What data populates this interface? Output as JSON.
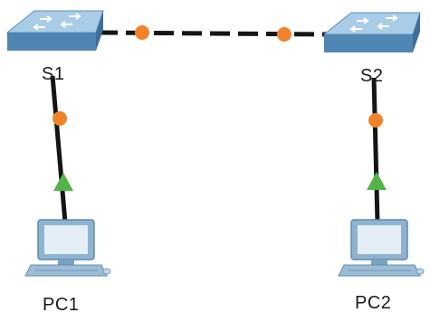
{
  "devices": [
    {
      "id": "S1",
      "label": "S1",
      "type": "switch"
    },
    {
      "id": "S2",
      "label": "S2",
      "type": "switch"
    },
    {
      "id": "PC1",
      "label": "PC1",
      "type": "pc"
    },
    {
      "id": "PC2",
      "label": "PC2",
      "type": "pc"
    }
  ],
  "links": [
    {
      "from": "S1",
      "to": "S2",
      "cable": "crossover",
      "style": "dashed",
      "end_a_status": "orange",
      "end_b_status": "orange"
    },
    {
      "from": "S1",
      "to": "PC1",
      "cable": "straight-through",
      "style": "solid",
      "end_a_status": "orange",
      "end_b_status": "green"
    },
    {
      "from": "S2",
      "to": "PC2",
      "cable": "straight-through",
      "style": "solid",
      "end_a_status": "orange",
      "end_b_status": "green"
    }
  ],
  "colors": {
    "switch_top": "#a9cde6",
    "switch_front": "#4f86b3",
    "cable": "#151515",
    "status_orange": "#f0832a",
    "status_green": "#53b548",
    "pc_body": "#8fb3cf",
    "pc_screen": "#e3eef6"
  },
  "icons": {
    "switch": "switch-icon",
    "pc": "pc-icon"
  }
}
